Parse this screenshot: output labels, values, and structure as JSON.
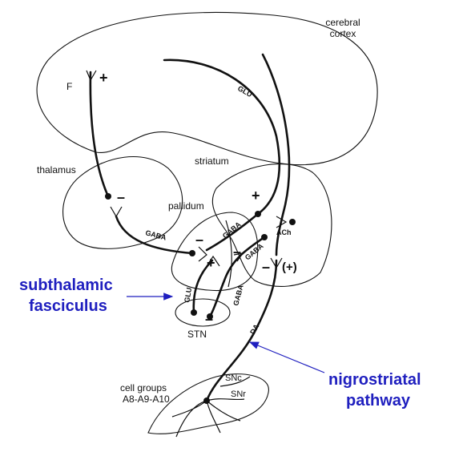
{
  "labels": {
    "cerebral_cortex_1": "cerebral",
    "cerebral_cortex_2": "cortex",
    "f": "F",
    "thalamus": "thalamus",
    "striatum": "striatum",
    "pallidum": "pallidum",
    "stn": "STN",
    "ach": "ACh",
    "cell_groups_1": "cell groups",
    "cell_groups_2": "A8-A9-A10",
    "snc": "SNc",
    "snr": "SNr"
  },
  "transmitters": {
    "glu_cortex": "GLU",
    "gaba_thalamus": "GABA",
    "gaba_pallidum": "GABA",
    "gaba_striatum": "GABA",
    "glu_stn": "GLU",
    "gaba_stn": "GABA",
    "da": "DA"
  },
  "signs": {
    "f_plus": "+",
    "thal_minus": "–",
    "str_plus": "+",
    "pal_minus": "–",
    "stn_plus": "+",
    "pal_minus2": "–",
    "stn_minus": "–",
    "da_minus": "–",
    "da_plus": "(+)"
  },
  "callouts": {
    "subthalamic_1": "subthalamic",
    "subthalamic_2": "fasciculus",
    "nigrostriatal_1": "nigrostriatal",
    "nigrostriatal_2": "pathway"
  },
  "colors": {
    "callout": "#1f1fbf",
    "ink": "#111111"
  }
}
